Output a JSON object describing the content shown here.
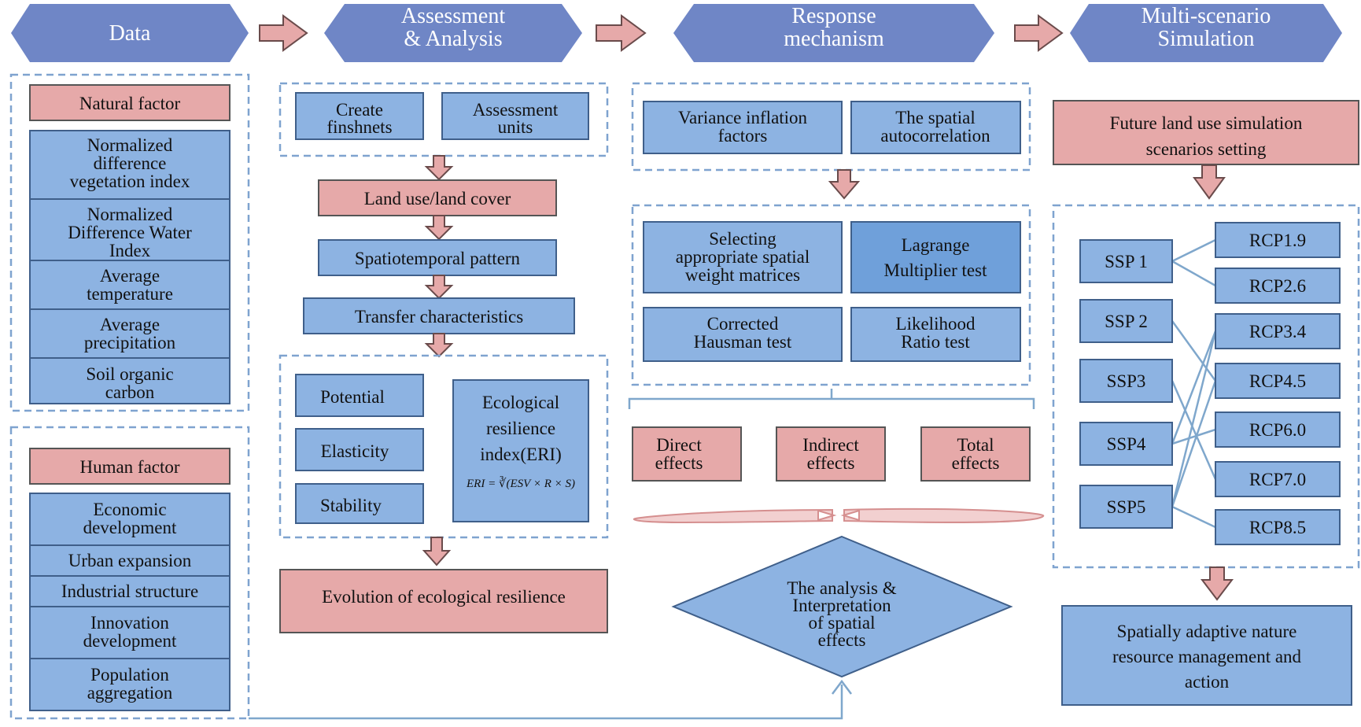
{
  "headers": {
    "data": [
      "Data"
    ],
    "assessment": [
      "Assessment",
      "& Analysis"
    ],
    "response": [
      "Response",
      "mechanism"
    ],
    "simulation": [
      "Multi-scenario",
      "Simulation"
    ]
  },
  "data_column": {
    "natural_title": "Natural factor",
    "natural_items": [
      [
        "Normalized",
        "difference",
        "vegetation index"
      ],
      [
        "Normalized",
        "Difference Water",
        "Index"
      ],
      [
        "Average",
        "temperature"
      ],
      [
        "Average",
        "precipitation"
      ],
      [
        "Soil organic",
        "carbon"
      ]
    ],
    "human_title": "Human factor",
    "human_items": [
      [
        "Economic",
        "development"
      ],
      [
        "Urban expansion"
      ],
      [
        "Industrial structure"
      ],
      [
        "Innovation",
        "development"
      ],
      [
        "Population",
        "aggregation"
      ]
    ]
  },
  "assessment_column": {
    "create_finshnets": [
      "Create",
      "finshnets"
    ],
    "assessment_units": [
      "Assessment",
      "units"
    ],
    "land_use": "Land use/land cover",
    "spatiotemporal": "Spatiotemporal pattern",
    "transfer": "Transfer characteristics",
    "potential": "Potential",
    "elasticity": "Elasticity",
    "stability": "Stability",
    "eri": [
      "Ecological",
      "resilience",
      "index(ERI)"
    ],
    "eri_formula": "ERI = ∛(ESV × R × S)",
    "evolution": "Evolution of ecological resilience"
  },
  "response_column": {
    "vif": [
      "Variance inflation",
      "factors"
    ],
    "spatial_autocorrelation": [
      "The spatial",
      "autocorrelation"
    ],
    "selecting": [
      "Selecting",
      "appropriate spatial",
      "weight matrices"
    ],
    "lagrange": [
      "Lagrange",
      "Multiplier test"
    ],
    "hausman": [
      "Corrected",
      "Hausman test"
    ],
    "likelihood": [
      "Likelihood",
      "Ratio test"
    ],
    "direct": [
      "Direct",
      "effects"
    ],
    "indirect": [
      "Indirect",
      "effects"
    ],
    "total": [
      "Total",
      "effects"
    ],
    "analysis": [
      "The analysis &",
      "Interpretation",
      "of spatial",
      "effects"
    ]
  },
  "simulation_column": {
    "future": [
      "Future land use simulation",
      "scenarios setting"
    ],
    "ssp": [
      "SSP 1",
      "SSP 2",
      "SSP3",
      "SSP4",
      "SSP5"
    ],
    "rcp": [
      "RCP1.9",
      "RCP2.6",
      "RCP3.4",
      "RCP4.5",
      "RCP6.0",
      "RCP7.0",
      "RCP8.5"
    ],
    "links": [
      [
        0,
        0
      ],
      [
        0,
        1
      ],
      [
        1,
        3
      ],
      [
        2,
        5
      ],
      [
        3,
        2
      ],
      [
        3,
        4
      ],
      [
        4,
        2
      ],
      [
        4,
        3
      ],
      [
        4,
        6
      ]
    ],
    "management": [
      "Spatially adaptive nature",
      "resource management and",
      "action"
    ]
  },
  "colors": {
    "header": "#6f86c6",
    "blue_box": "#8db3e2",
    "pink_box": "#e6a9a9",
    "dashed_border": "#7fa3cf"
  }
}
